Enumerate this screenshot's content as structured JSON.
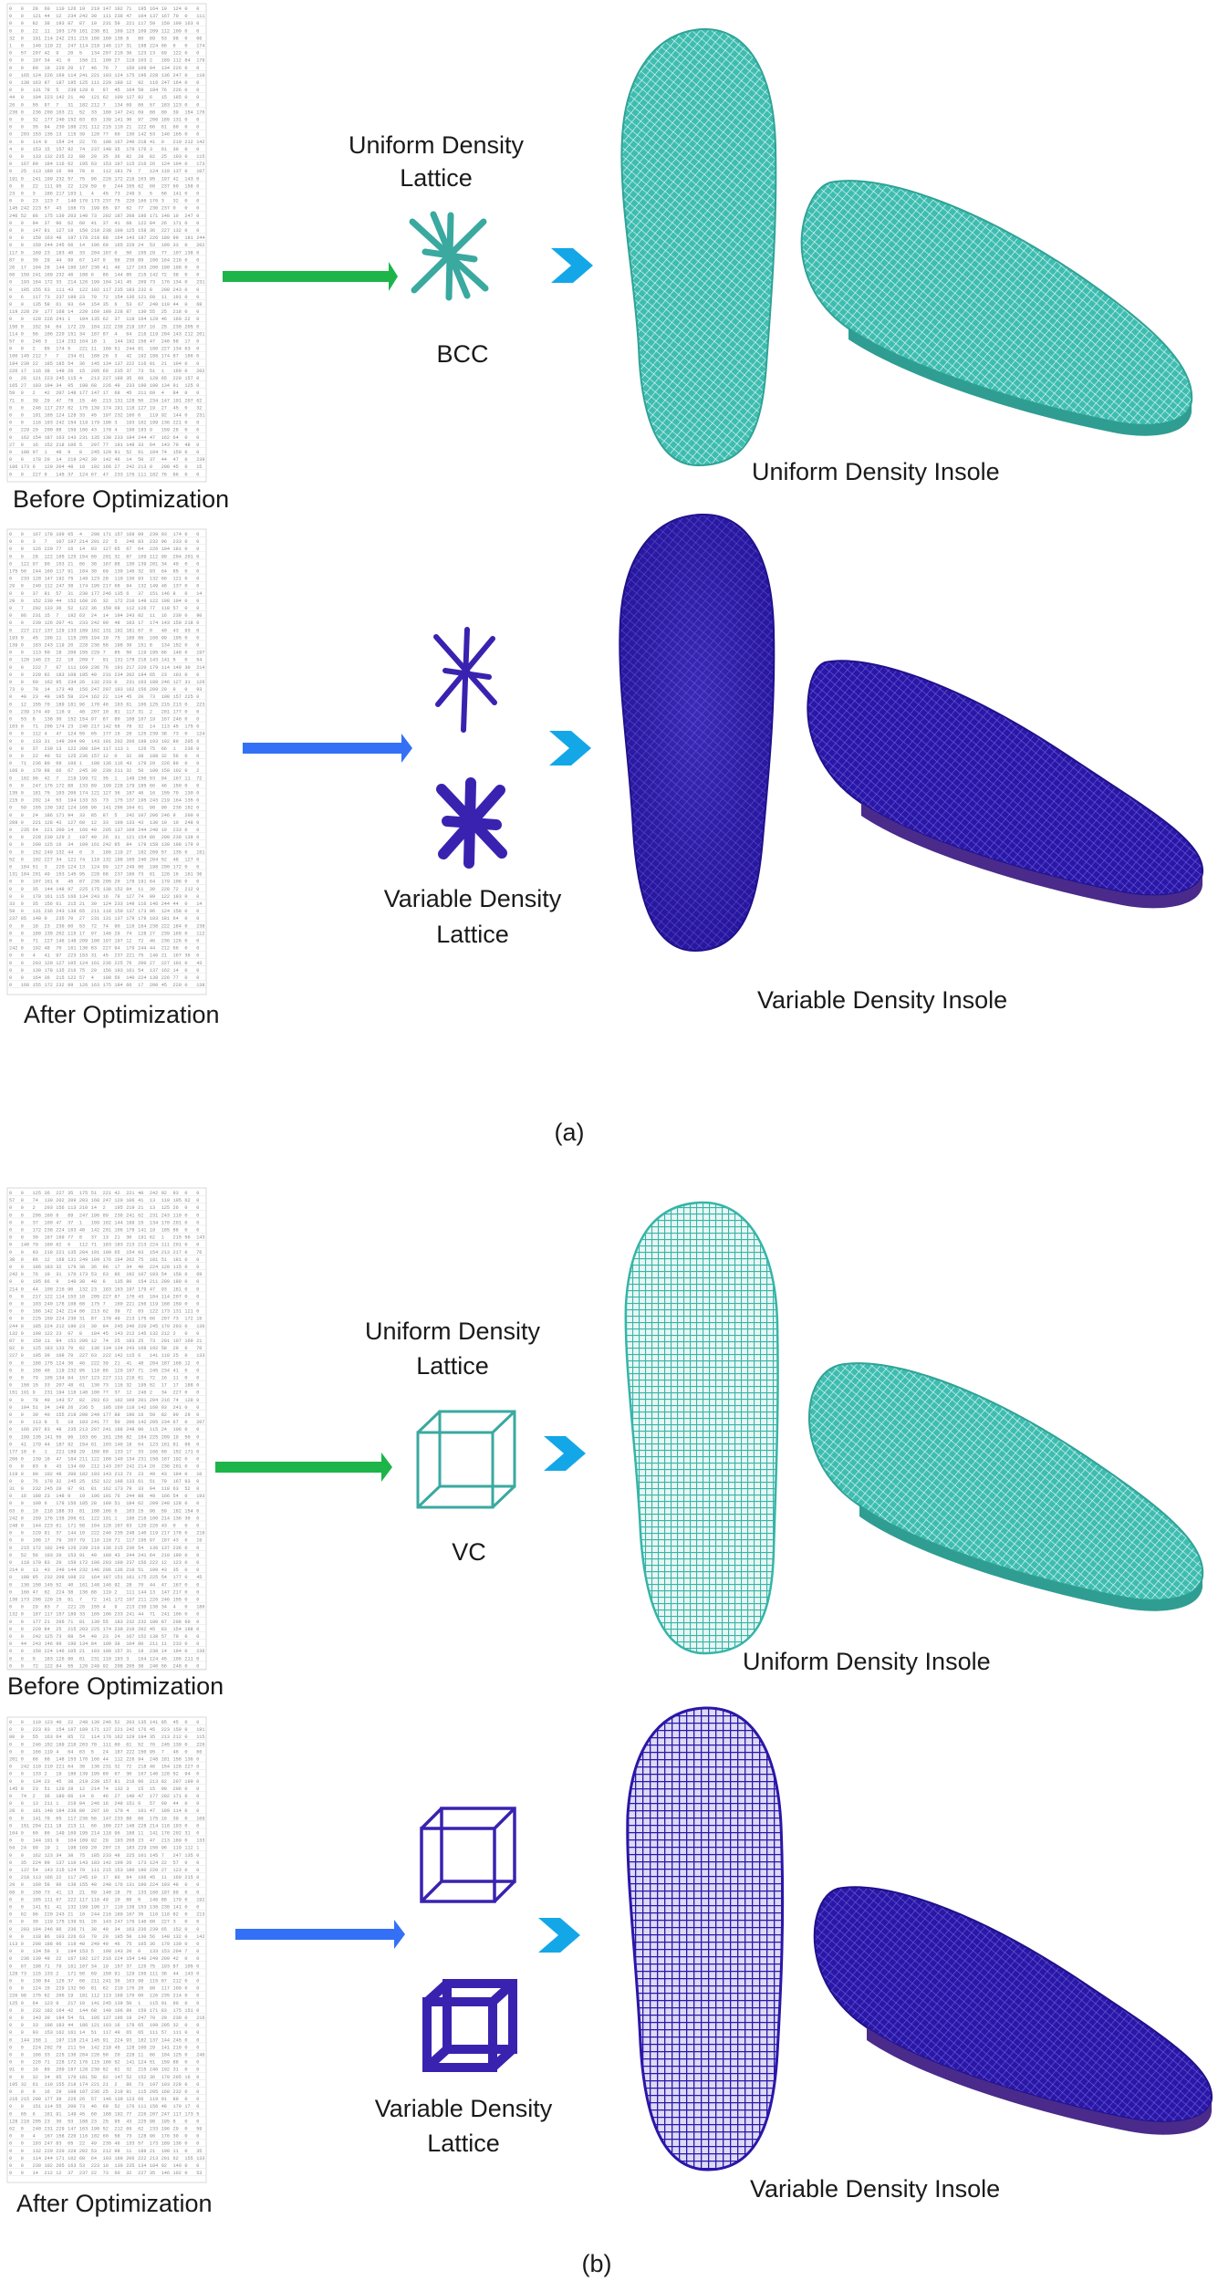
{
  "panel_a": {
    "caption": "(a)",
    "top_row": {
      "matrix_label": "Before Optimization",
      "lattice_label_line1": "Uniform Density",
      "lattice_label_line2": "Lattice",
      "cell_type": "BCC",
      "insole_label": "Uniform Density Insole",
      "arrow_color": "#1db44a",
      "insole_color": "#3dbdb0"
    },
    "bottom_row": {
      "matrix_label": "After Optimization",
      "lattice_label_line1": "Variable Density",
      "lattice_label_line2": "Lattice",
      "insole_label": "Variable Density Insole",
      "arrow_color": "#3370f5",
      "insole_color": "#2a17a8"
    }
  },
  "panel_b": {
    "caption": "(b)",
    "top_row": {
      "matrix_label": "Before Optimization",
      "lattice_label_line1": "Uniform Density",
      "lattice_label_line2": "Lattice",
      "cell_type": "VC",
      "insole_label": "Uniform Density Insole",
      "arrow_color": "#1db44a",
      "insole_color": "#3dbdb0"
    },
    "bottom_row": {
      "matrix_label": "After Optimization",
      "lattice_label_line1": "Variable Density",
      "lattice_label_line2": "Lattice",
      "insole_label": "Variable Density Insole",
      "arrow_color": "#3370f5",
      "insole_color": "#2a17a8"
    }
  },
  "chevron_color": "#13a7e8"
}
